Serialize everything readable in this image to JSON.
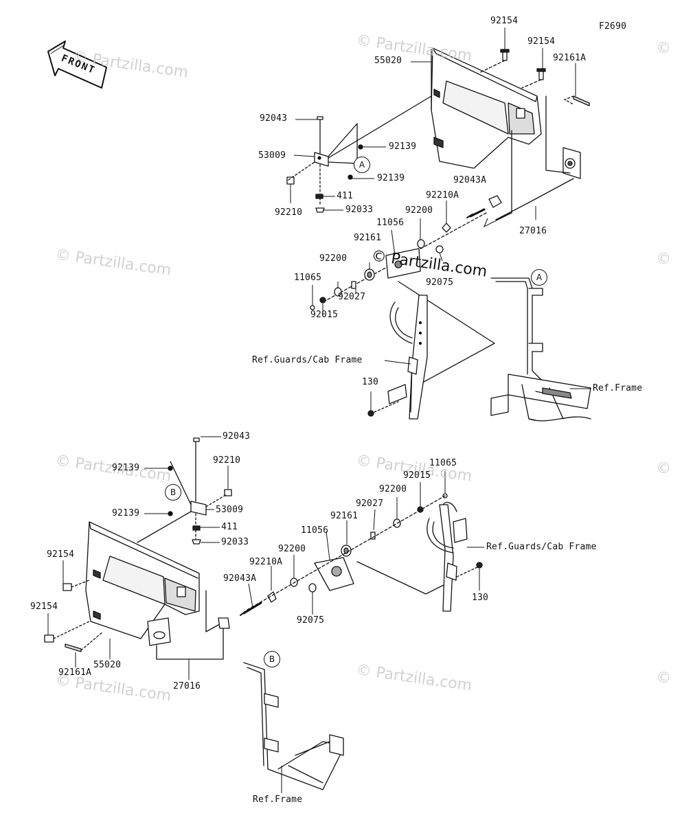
{
  "figure_code": "F2690",
  "front_label": "FRONT",
  "watermark": "© Partzilla.com",
  "watermark_short": "©",
  "top_assembly": {
    "callout_ref": "A",
    "labels": {
      "screw_left": "92154",
      "screw_right": "92154",
      "cover": "55020",
      "plate": "92161A",
      "bolt": "92043",
      "hinge": "53009",
      "clip_upper": "92139",
      "clip_lower": "92139",
      "nut": "92210",
      "part_411": "411",
      "washer_92033": "92033",
      "lamp": "27016",
      "bolt_a": "92043A",
      "nut_a": "92210A",
      "washer": "92200",
      "bracket": "11056",
      "grommet": "92161",
      "washer_b": "92200",
      "cap": "11065",
      "spacer": "92027",
      "nut_b": "92015",
      "grommet_b": "92075",
      "guard_ref": "Ref.Guards/Cab Frame",
      "part_130": "130",
      "frame_ref": "Ref.Frame"
    }
  },
  "bottom_assembly": {
    "callout_ref": "B",
    "labels": {
      "bolt": "92043",
      "clip_upper": "92139",
      "nut": "92210",
      "clip_lower": "92139",
      "hinge": "53009",
      "part_411": "411",
      "washer_92033": "92033",
      "cap": "11065",
      "nut_b": "92015",
      "washer_b": "92200",
      "spacer": "92027",
      "grommet": "92161",
      "bracket": "11056",
      "washer": "92200",
      "nut_a": "92210A",
      "bolt_a": "92043A",
      "grommet_b": "92075",
      "guard_ref": "Ref.Guards/Cab Frame",
      "part_130": "130",
      "screw_upper": "92154",
      "screw_lower": "92154",
      "cover": "55020",
      "plate": "92161A",
      "lamp": "27016",
      "frame_ref": "Ref.Frame"
    }
  }
}
